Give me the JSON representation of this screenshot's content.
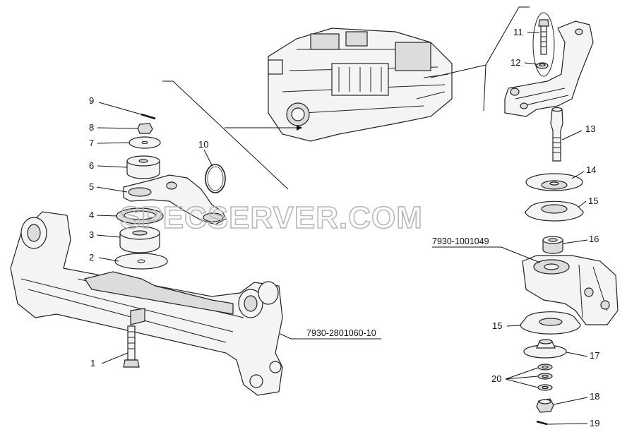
{
  "watermark": "SPECSERVER.COM",
  "part_codes": {
    "front_axle": "7930-2801060-10",
    "bracket": "7930-1001049"
  },
  "callouts": {
    "c1": "1",
    "c2": "2",
    "c3": "3",
    "c4": "4",
    "c5": "5",
    "c6": "6",
    "c7": "7",
    "c8": "8",
    "c9": "9",
    "c10": "10",
    "c11": "11",
    "c12": "12",
    "c13": "13",
    "c14": "14",
    "c15a": "15",
    "c15b": "15",
    "c16": "16",
    "c17": "17",
    "c18": "18",
    "c19": "19",
    "c20": "20"
  }
}
